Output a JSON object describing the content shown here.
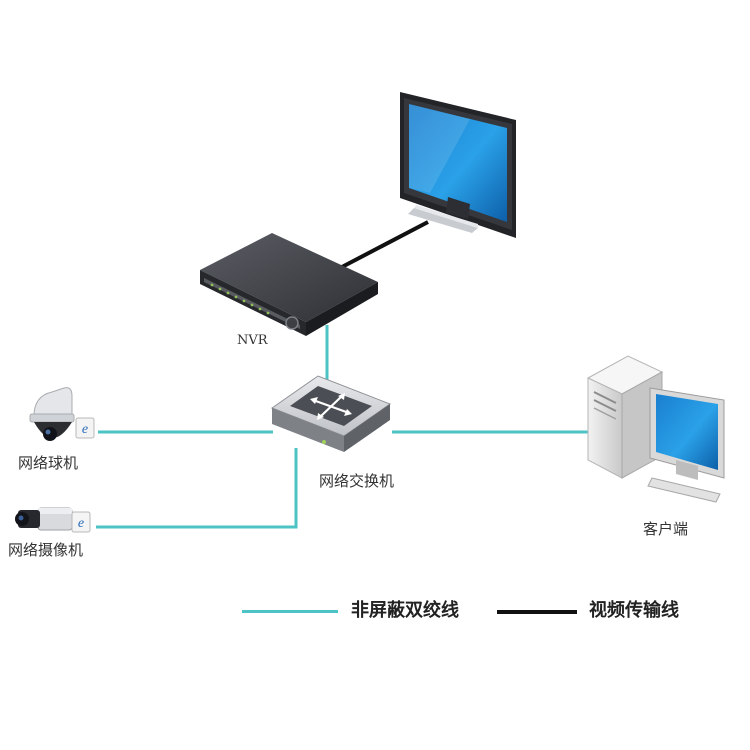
{
  "nodes": {
    "nvr": {
      "label": "NVR"
    },
    "switch": {
      "label": "网络交换机"
    },
    "dome_camera": {
      "label": "网络球机"
    },
    "box_camera": {
      "label": "网络摄像机"
    },
    "client": {
      "label": "客户端"
    }
  },
  "legend": {
    "utp": {
      "label": "非屏蔽双绞线",
      "color": "#4ec3c6"
    },
    "video": {
      "label": "视频传输线",
      "color": "#111111"
    }
  },
  "device_icons": {
    "monitor": "monitor-icon",
    "nvr": "nvr-recorder-icon",
    "switch": "network-switch-icon",
    "dome_camera": "dome-camera-icon",
    "box_camera": "box-camera-icon",
    "client": "desktop-computer-icon",
    "network": "ethernet-e-icon"
  }
}
